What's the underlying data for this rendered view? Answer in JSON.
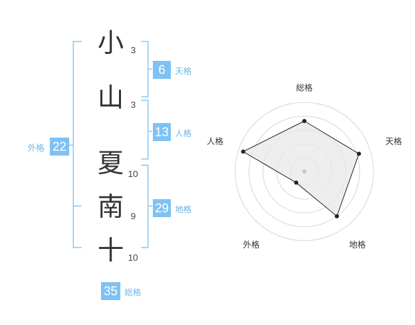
{
  "name": {
    "chars": [
      {
        "char": "小",
        "strokes": "3"
      },
      {
        "char": "山",
        "strokes": "3"
      },
      {
        "char": "夏",
        "strokes": "10"
      },
      {
        "char": "南",
        "strokes": "9"
      },
      {
        "char": "十",
        "strokes": "10"
      }
    ]
  },
  "scores": {
    "tenkaku": {
      "value": "6",
      "label": "天格"
    },
    "jinkaku": {
      "value": "13",
      "label": "人格"
    },
    "chikaku": {
      "value": "29",
      "label": "地格"
    },
    "gaikaku": {
      "value": "22",
      "label": "外格"
    },
    "soukaku": {
      "value": "35",
      "label": "総格"
    }
  },
  "colors": {
    "accent": "#7ec2f3",
    "bracket": "#8ac8f0",
    "radar_fill": "#e8e8e8",
    "grid": "#d6d6d6",
    "line": "#222222"
  },
  "chart_data": {
    "type": "radar",
    "axes": [
      "総格",
      "天格",
      "地格",
      "外格",
      "人格"
    ],
    "values": [
      0.73,
      0.83,
      0.8,
      0.2,
      0.93
    ],
    "max": 1,
    "rings": 5
  }
}
